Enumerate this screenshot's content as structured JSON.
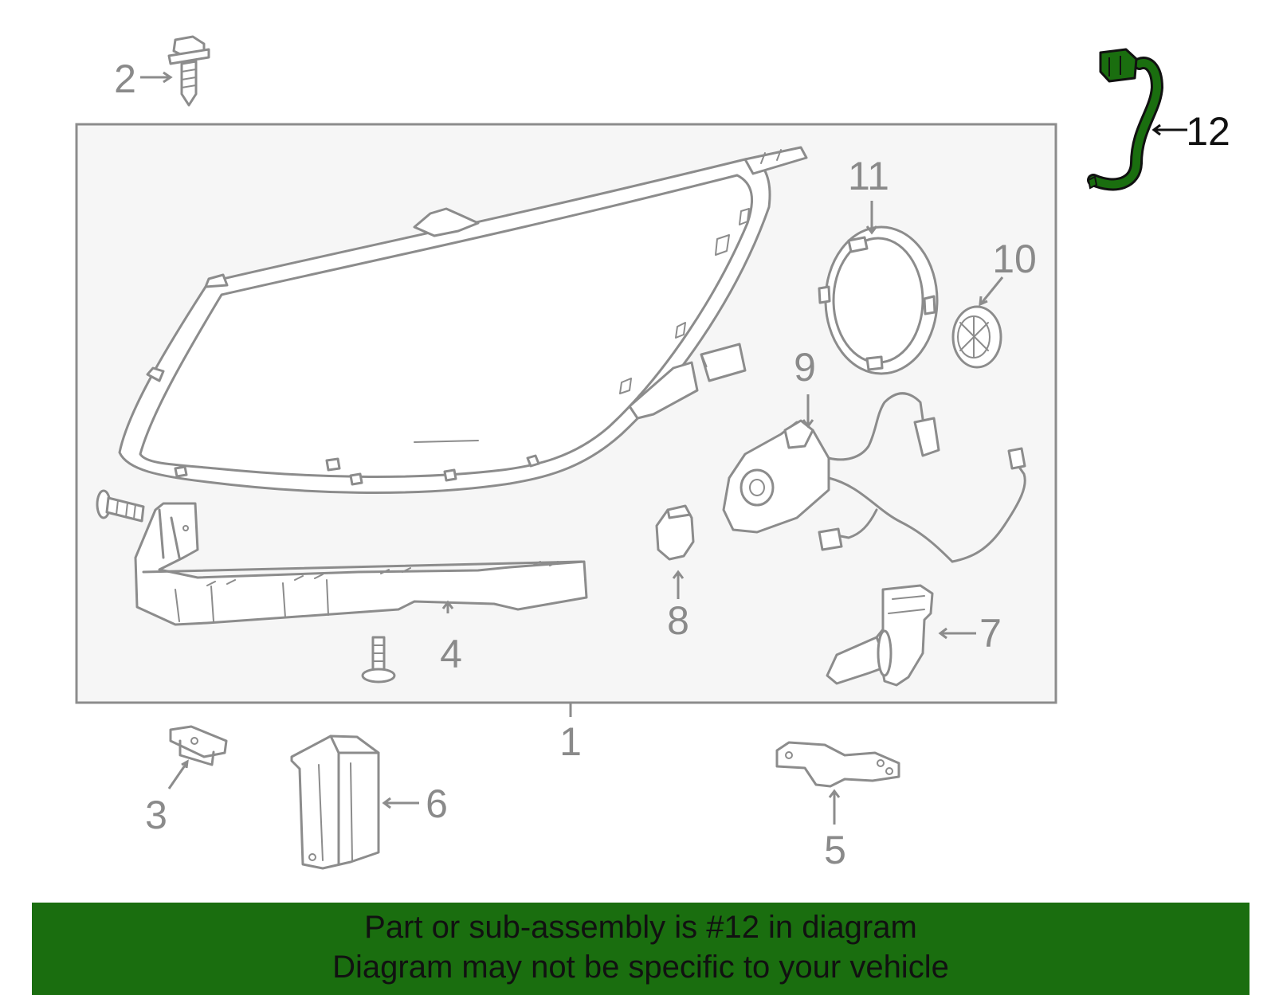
{
  "callouts": [
    {
      "id": "1",
      "label": "1"
    },
    {
      "id": "2",
      "label": "2"
    },
    {
      "id": "3",
      "label": "3"
    },
    {
      "id": "4",
      "label": "4"
    },
    {
      "id": "5",
      "label": "5"
    },
    {
      "id": "6",
      "label": "6"
    },
    {
      "id": "7",
      "label": "7"
    },
    {
      "id": "8",
      "label": "8"
    },
    {
      "id": "9",
      "label": "9"
    },
    {
      "id": "10",
      "label": "10"
    },
    {
      "id": "11",
      "label": "11"
    },
    {
      "id": "12",
      "label": "12"
    }
  ],
  "highlighted_part": "12",
  "colors": {
    "highlight": "#1a6e0f",
    "banner": "#1a6e0f",
    "banner_text": "#111111",
    "part_stroke": "#8c8c8c",
    "assembly_box_fill": "#f6f6f6"
  },
  "banner": {
    "line1": "Part or sub-assembly is #12 in diagram",
    "line2": "Diagram may not be specific to your vehicle"
  }
}
